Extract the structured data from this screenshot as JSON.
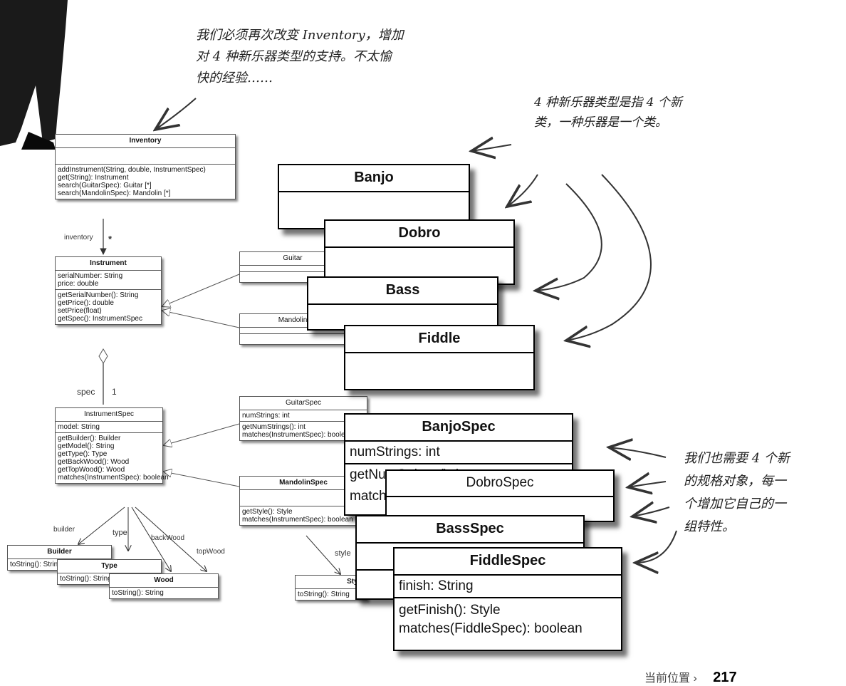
{
  "notes": {
    "top_left": "我们必须再次改变 Inventory，增加\n对 4 种新乐器类型的支持。不太愉\n快的经验……",
    "top_right": "4 种新乐器类型是指 4 个新\n类，一种乐器是一个类。",
    "bottom_right": "我们也需要 4 个新\n的规格对象，每一\n个增加它自己的一\n组特性。"
  },
  "footer": {
    "text": "当前位置 ›",
    "page": "217"
  },
  "uml": {
    "inventory": {
      "name": "Inventory",
      "methods": [
        "addInstrument(String, double, InstrumentSpec)",
        "get(String): Instrument",
        "search(GuitarSpec): Guitar [*]",
        "search(MandolinSpec): Mandolin [*]"
      ]
    },
    "instrument": {
      "name": "Instrument",
      "attrs": [
        "serialNumber: String",
        "price: double"
      ],
      "methods": [
        "getSerialNumber(): String",
        "getPrice(): double",
        "setPrice(float)",
        "getSpec(): InstrumentSpec"
      ]
    },
    "guitar": {
      "name": "Guitar"
    },
    "mandolin": {
      "name": "Mandolin"
    },
    "instrumentspec": {
      "name": "InstrumentSpec",
      "attrs": [
        "model: String"
      ],
      "methods": [
        "getBuilder(): Builder",
        "getModel(): String",
        "getType(): Type",
        "getBackWood(): Wood",
        "getTopWood(): Wood",
        "matches(InstrumentSpec): boolean"
      ]
    },
    "guitarspec": {
      "name": "GuitarSpec",
      "attrs": [
        "numStrings: int"
      ],
      "methods": [
        "getNumStrings(): int",
        "matches(InstrumentSpec): boolean"
      ]
    },
    "mandolinspec": {
      "name": "MandolinSpec",
      "methods": [
        "getStyle(): Style",
        "matches(InstrumentSpec): boolean"
      ]
    },
    "builder": {
      "name": "Builder",
      "methods": [
        "toString(): String"
      ]
    },
    "type": {
      "name": "Type",
      "methods": [
        "toString(): String"
      ]
    },
    "wood": {
      "name": "Wood",
      "methods": [
        "toString(): String"
      ]
    },
    "style": {
      "name": "Style",
      "methods": [
        "toString(): String"
      ]
    },
    "banjo": {
      "name": "Banjo"
    },
    "dobro": {
      "name": "Dobro"
    },
    "bass": {
      "name": "Bass"
    },
    "fiddle": {
      "name": "Fiddle"
    },
    "banjospec": {
      "name": "BanjoSpec",
      "attrs": [
        "numStrings: int"
      ],
      "methods": [
        "getNumStrings(): int",
        "matches(BanjoSpec): boolean"
      ]
    },
    "dobrospec": {
      "name": "DobroSpec"
    },
    "bassspec": {
      "name": "BassSpec"
    },
    "fiddlespec": {
      "name": "FiddleSpec",
      "attrs": [
        "finish: String"
      ],
      "methods": [
        "getFinish(): Style",
        "matches(FiddleSpec): boolean"
      ]
    }
  },
  "labels": {
    "inventory": "inventory",
    "star": "*",
    "spec": "spec",
    "one": "1",
    "builder": "builder",
    "type": "type",
    "backwood": "backWood",
    "topwood": "topWood",
    "style": "style"
  }
}
